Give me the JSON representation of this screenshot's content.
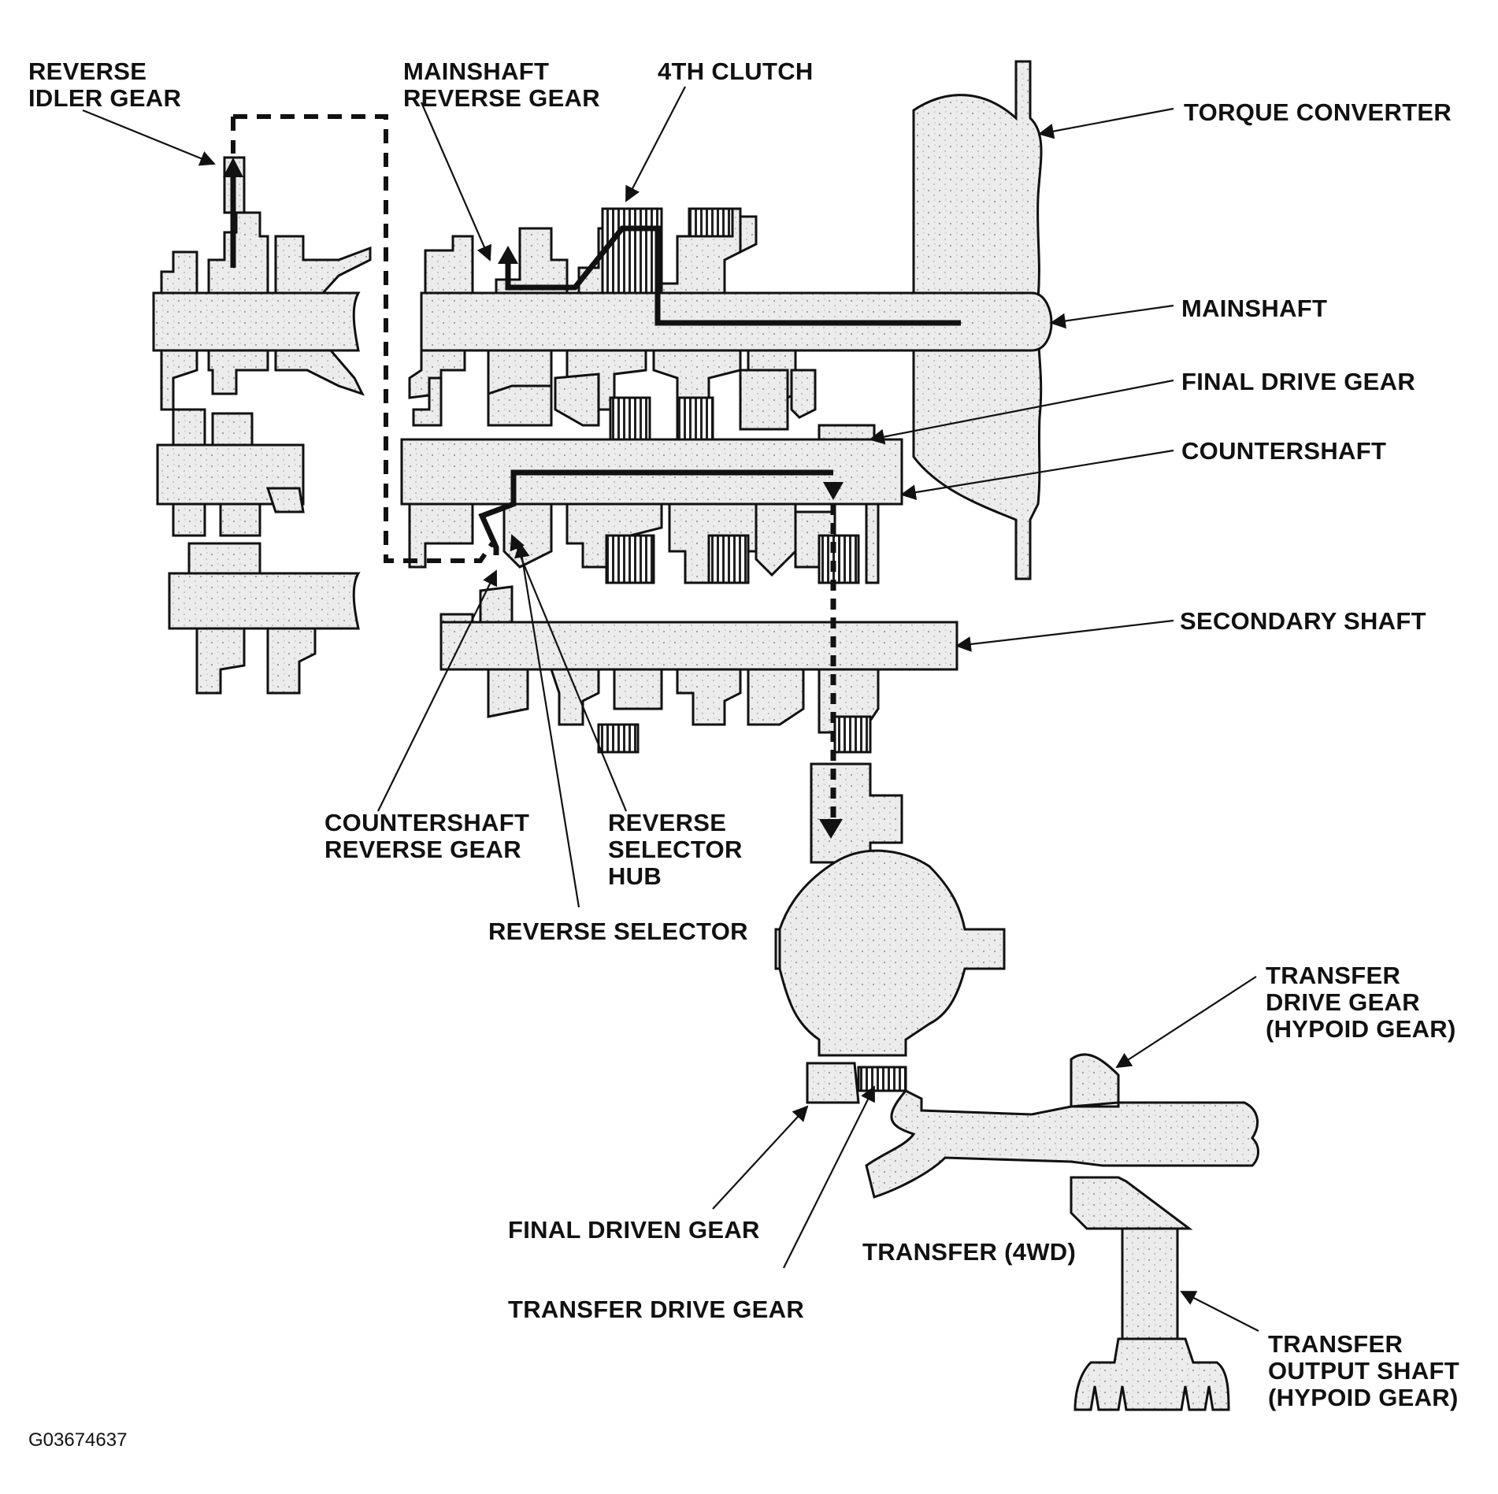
{
  "labels": {
    "reverse_idler_gear": [
      "REVERSE",
      "IDLER GEAR"
    ],
    "mainshaft_reverse_gear": [
      "MAINSHAFT",
      "REVERSE GEAR"
    ],
    "fourth_clutch": "4TH CLUTCH",
    "torque_converter": "TORQUE CONVERTER",
    "mainshaft": "MAINSHAFT",
    "final_drive_gear": "FINAL DRIVE GEAR",
    "countershaft": "COUNTERSHAFT",
    "secondary_shaft": "SECONDARY SHAFT",
    "countershaft_reverse_gear": [
      "COUNTERSHAFT",
      "REVERSE GEAR"
    ],
    "reverse_selector_hub": [
      "REVERSE",
      "SELECTOR",
      "HUB"
    ],
    "reverse_selector": "REVERSE SELECTOR",
    "transfer_drive_gear_hypoid": [
      "TRANSFER",
      "DRIVE GEAR",
      "(HYPOID GEAR)"
    ],
    "final_driven_gear": "FINAL DRIVEN GEAR",
    "transfer_4wd": "TRANSFER (4WD)",
    "transfer_drive_gear": "TRANSFER DRIVE GEAR",
    "transfer_output_shaft": [
      "TRANSFER",
      "OUTPUT SHAFT",
      "(HYPOID GEAR)"
    ]
  },
  "figure_code": "G03674637",
  "colors": {
    "ink": "#111111",
    "fill": "#e6e6e6",
    "stipple": "#bdbdbd",
    "background": "#ffffff"
  }
}
